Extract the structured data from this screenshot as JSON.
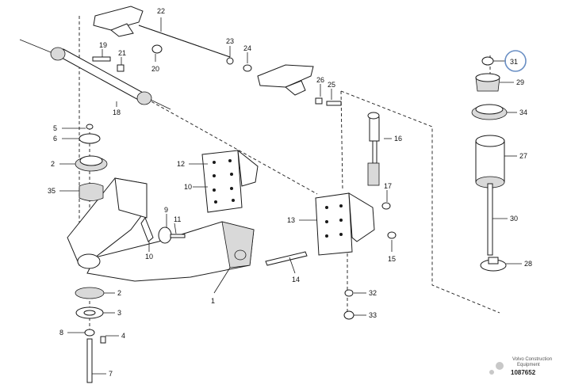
{
  "diagram": {
    "labels": [
      "1",
      "2",
      "3",
      "4",
      "5",
      "6",
      "7",
      "8",
      "9",
      "10",
      "11",
      "12",
      "13",
      "14",
      "15",
      "16",
      "17",
      "18",
      "19",
      "20",
      "21",
      "22",
      "23",
      "24",
      "25",
      "26",
      "27",
      "28",
      "29",
      "30",
      "31",
      "32",
      "33",
      "34",
      "35"
    ],
    "highlighted": "31",
    "watermark": [
      "Volvo Construction",
      "Equipment"
    ],
    "doc_number": "1087652"
  },
  "colors": {
    "line": "#1a1a1a",
    "highlight": "#6a8fc4"
  }
}
